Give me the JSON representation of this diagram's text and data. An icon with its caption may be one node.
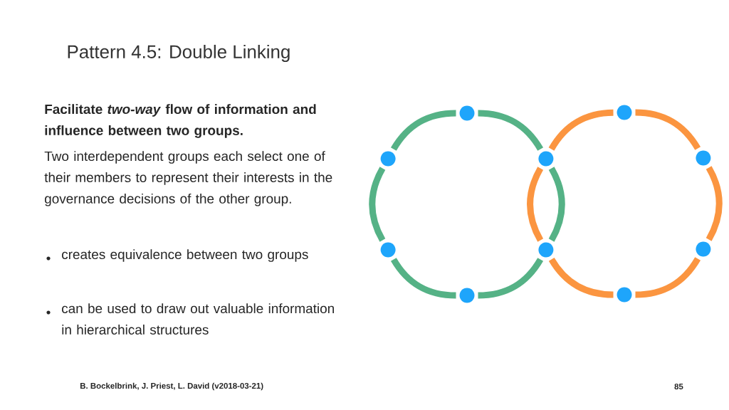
{
  "diagram": {
    "title": "Pattern 4.5: Double Linking",
    "nodes": [
      {
        "text": [],
        "shape": "circle"
      },
      {
        "text": [],
        "shape": "circle"
      },
      {
        "text": [],
        "shape": "circle"
      },
      {
        "text": [],
        "shape": "circle"
      },
      {
        "text": [],
        "shape": "circle"
      },
      {
        "text": [],
        "shape": "circle"
      },
      {
        "text": [],
        "shape": "circle"
      },
      {
        "text": [],
        "shape": "circle"
      },
      {
        "text": [],
        "shape": "circle"
      },
      {
        "text": [],
        "shape": "circle"
      }
    ],
    "edges": [
      {
        "from": 2,
        "to": 4,
        "arrow": "none",
        "color": "#55b286"
      },
      {
        "from": 4,
        "to": 5,
        "arrow": "none",
        "color": "#55b286"
      },
      {
        "from": 5,
        "to": 3,
        "arrow": "none",
        "color": "#55b286"
      },
      {
        "from": 3,
        "to": 1,
        "arrow": "none",
        "color": "#55b286"
      },
      {
        "from": 1,
        "to": 0,
        "arrow": "none",
        "color": "#55b286"
      },
      {
        "from": 0,
        "to": 2,
        "arrow": "none",
        "color": "#55b286"
      },
      {
        "from": 6,
        "to": 8,
        "arrow": "none",
        "color": "#fb9540"
      },
      {
        "from": 8,
        "to": 9,
        "arrow": "none",
        "color": "#fb9540"
      },
      {
        "from": 9,
        "to": 7,
        "arrow": "none",
        "color": "#fb9540"
      },
      {
        "from": 7,
        "to": 5,
        "arrow": "none",
        "color": "#fb9540"
      },
      {
        "from": 5,
        "to": 4,
        "arrow": "none",
        "color": "#fb9540"
      },
      {
        "from": 4,
        "to": 6,
        "arrow": "none",
        "color": "#fb9540"
      }
    ],
    "labels": [
      "Facilitate *two-way* flow of information and influence between two groups.",
      "Two interdependent groups each select one of their members to represent their interests in the governance decisions of the other group.",
      "creates equivalence between two groups",
      "can be used to draw out valuable information in hierarchical structures",
      "B. Bockelbrink, J. Priest, L. David (v2018-03-21)",
      "85"
    ]
  }
}
